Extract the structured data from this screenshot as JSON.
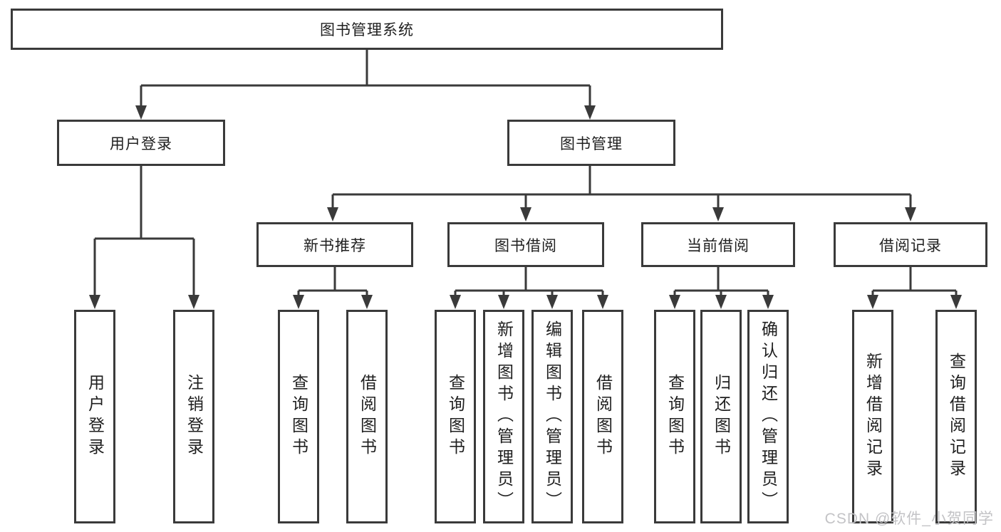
{
  "nodes": {
    "root": "图书管理系统",
    "level2": {
      "user_login": "用户登录",
      "book_management": "图书管理"
    },
    "level3": {
      "new_book_recommend": "新书推荐",
      "book_borrow": "图书借阅",
      "current_borrow": "当前借阅",
      "borrow_record": "借阅记录"
    },
    "leaves": {
      "user_login": "用户登录",
      "logout": "注销登录",
      "rec_query_book": "查询图书",
      "rec_borrow_book": "借阅图书",
      "bb_query_book": "查询图书",
      "bb_add_book_admin": "新增图书（管理员）",
      "bb_edit_book_admin": "编辑图书（管理员）",
      "bb_borrow_book": "借阅图书",
      "cb_query_book": "查询图书",
      "cb_return_book": "归还图书",
      "cb_confirm_return_admin": "确认归还（管理员）",
      "br_add_record": "新增借阅记录",
      "br_query_record": "查询借阅记录"
    }
  },
  "watermark": "CSDN @软件_小贺同学",
  "colors": {
    "line": "#3a3a3a",
    "text": "#1f1f1f",
    "background": "#ffffff",
    "watermark": "#c3c3c6"
  }
}
